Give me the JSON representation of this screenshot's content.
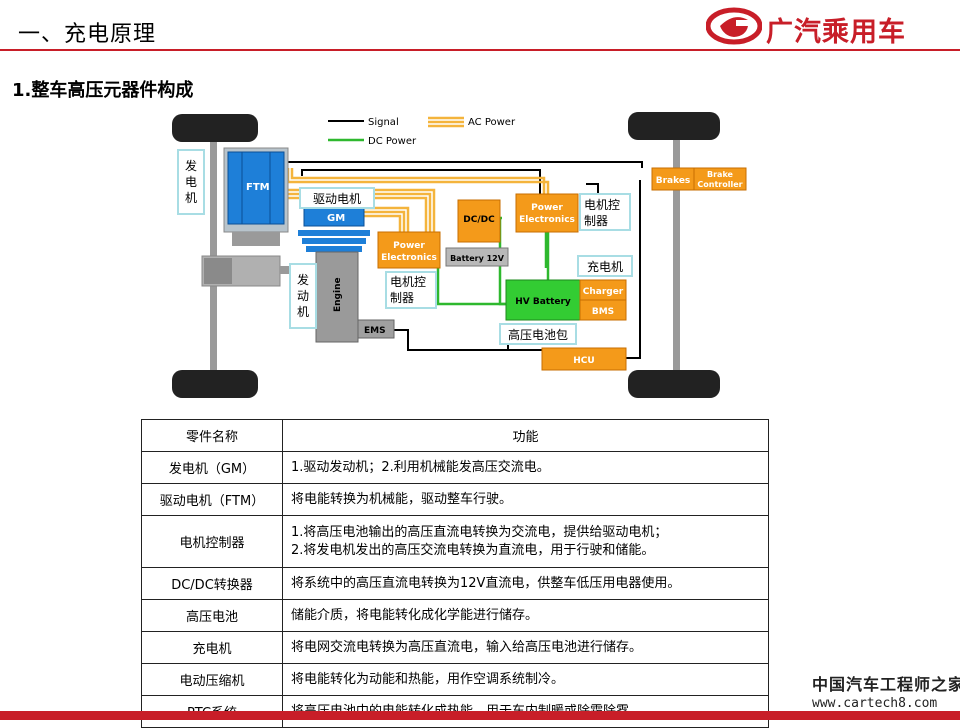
{
  "header": {
    "title": "一、充电原理",
    "logo_text": "广汽乘用车",
    "colors": {
      "brand_red": "#c81e28"
    }
  },
  "section": {
    "title": "1.整车高压元器件构成"
  },
  "diagram": {
    "legend": {
      "signal": "Signal",
      "ac_power": "AC Power",
      "dc_power": "DC Power"
    },
    "colors": {
      "signal": "#000000",
      "ac_power": "#f4b43c",
      "dc_power": "#2eb82e",
      "component_orange": "#f49a1a",
      "ftm_blue": "#1e7fd8",
      "hv_battery": "#33cc33",
      "callout_border": "#a8dde4"
    },
    "labels": {
      "ftm": "FTM",
      "gm": "GM",
      "engine": "Engine",
      "ems": "EMS",
      "pe_left": [
        "Power",
        "Electronics"
      ],
      "pe_right": [
        "Power",
        "Electronics"
      ],
      "dcdc": "DC/DC",
      "battery12v": "Battery 12V",
      "hv_battery": "HV Battery",
      "charger": "Charger",
      "bms": "BMS",
      "hcu": "HCU",
      "brakes": "Brakes",
      "brake_controller": [
        "Brake",
        "Controller"
      ]
    },
    "callouts": {
      "generator": [
        "发",
        "电",
        "机"
      ],
      "drive_motor": "驱动电机",
      "engine": [
        "发",
        "动",
        "机"
      ],
      "motor_ctrl_left": [
        "电机控",
        "制器"
      ],
      "motor_ctrl_right": [
        "电机控",
        "制器"
      ],
      "charger": "充电机",
      "hv_pack": "高压电池包"
    }
  },
  "table": {
    "headers": [
      "零件名称",
      "功能"
    ],
    "rows": [
      {
        "name": "发电机（GM）",
        "func": [
          "1.驱动发动机；2.利用机械能发高压交流电。"
        ]
      },
      {
        "name": "驱动电机（FTM）",
        "func": [
          "将电能转换为机械能，驱动整车行驶。"
        ]
      },
      {
        "name": "电机控制器",
        "func": [
          "1.将高压电池输出的高压直流电转换为交流电，提供给驱动电机；",
          "2.将发电机发出的高压交流电转换为直流电，用于行驶和储能。"
        ]
      },
      {
        "name": "DC/DC转换器",
        "func": [
          "将系统中的高压直流电转换为12V直流电，供整车低压用电器使用。"
        ]
      },
      {
        "name": "高压电池",
        "func": [
          "储能介质，将电能转化成化学能进行储存。"
        ]
      },
      {
        "name": "充电机",
        "func": [
          "将电网交流电转换为高压直流电，输入给高压电池进行储存。"
        ]
      },
      {
        "name": "电动压缩机",
        "func": [
          "将电能转化为动能和热能，用作空调系统制冷。"
        ]
      },
      {
        "name": "PTC系统",
        "func": [
          "将高压电池中的电能转化成热能，用于车内制暖或除霜除雾。"
        ]
      }
    ]
  },
  "watermark": {
    "cn": "中国汽车工程师之家",
    "url": "www.cartech8.com"
  }
}
